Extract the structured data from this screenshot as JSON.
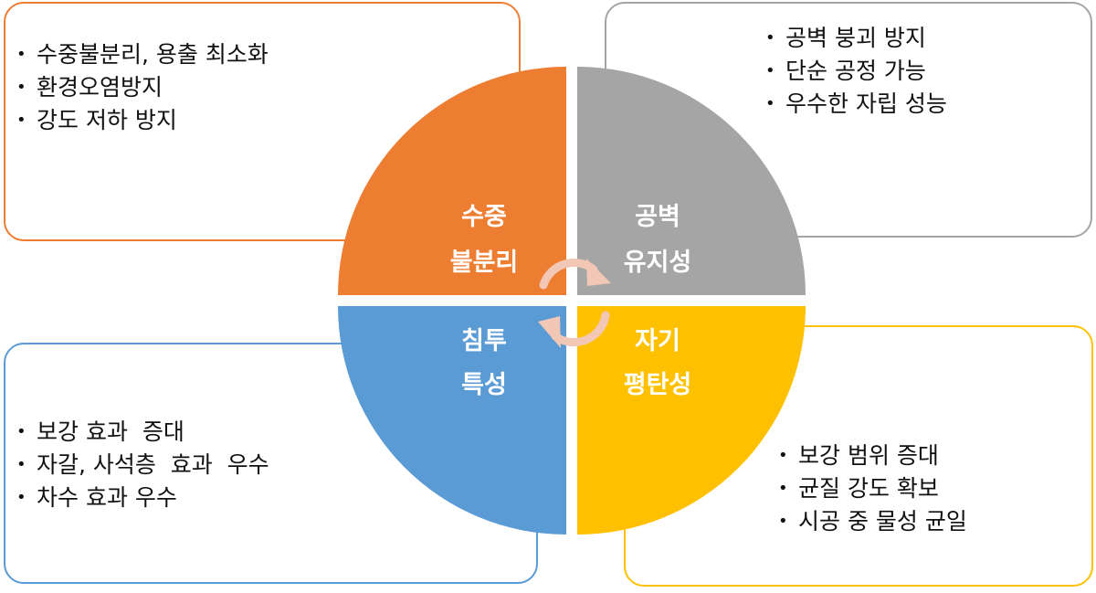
{
  "quadrants": {
    "top_left": {
      "title_line1": "수중",
      "title_line2": "불분리",
      "color": "#ED7D31"
    },
    "top_right": {
      "title_line1": "공벽",
      "title_line2": "유지성",
      "color": "#A5A5A5"
    },
    "bottom_left": {
      "title_line1": "침투",
      "title_line2": "특성",
      "color": "#5B9BD5"
    },
    "bottom_right": {
      "title_line1": "자기",
      "title_line2": "평탄성",
      "color": "#FFC000"
    }
  },
  "boxes": {
    "top_left": {
      "items": [
        "수중불분리, 용출 최소화",
        "환경오염방지",
        "강도 저하 방지"
      ]
    },
    "top_right": {
      "items": [
        "공벽 붕괴 방지",
        "단순 공정 가능",
        "우수한 자립 성능"
      ]
    },
    "bottom_left": {
      "items": [
        "보강 효과  증대",
        "자갈, 사석층  효과  우수",
        "차수 효과 우수"
      ]
    },
    "bottom_right": {
      "items": [
        "보강 범위 증대",
        "균질 강도 확보",
        "시공 중 물성 균일"
      ]
    }
  },
  "center_icon": "cycle-arrows-icon"
}
